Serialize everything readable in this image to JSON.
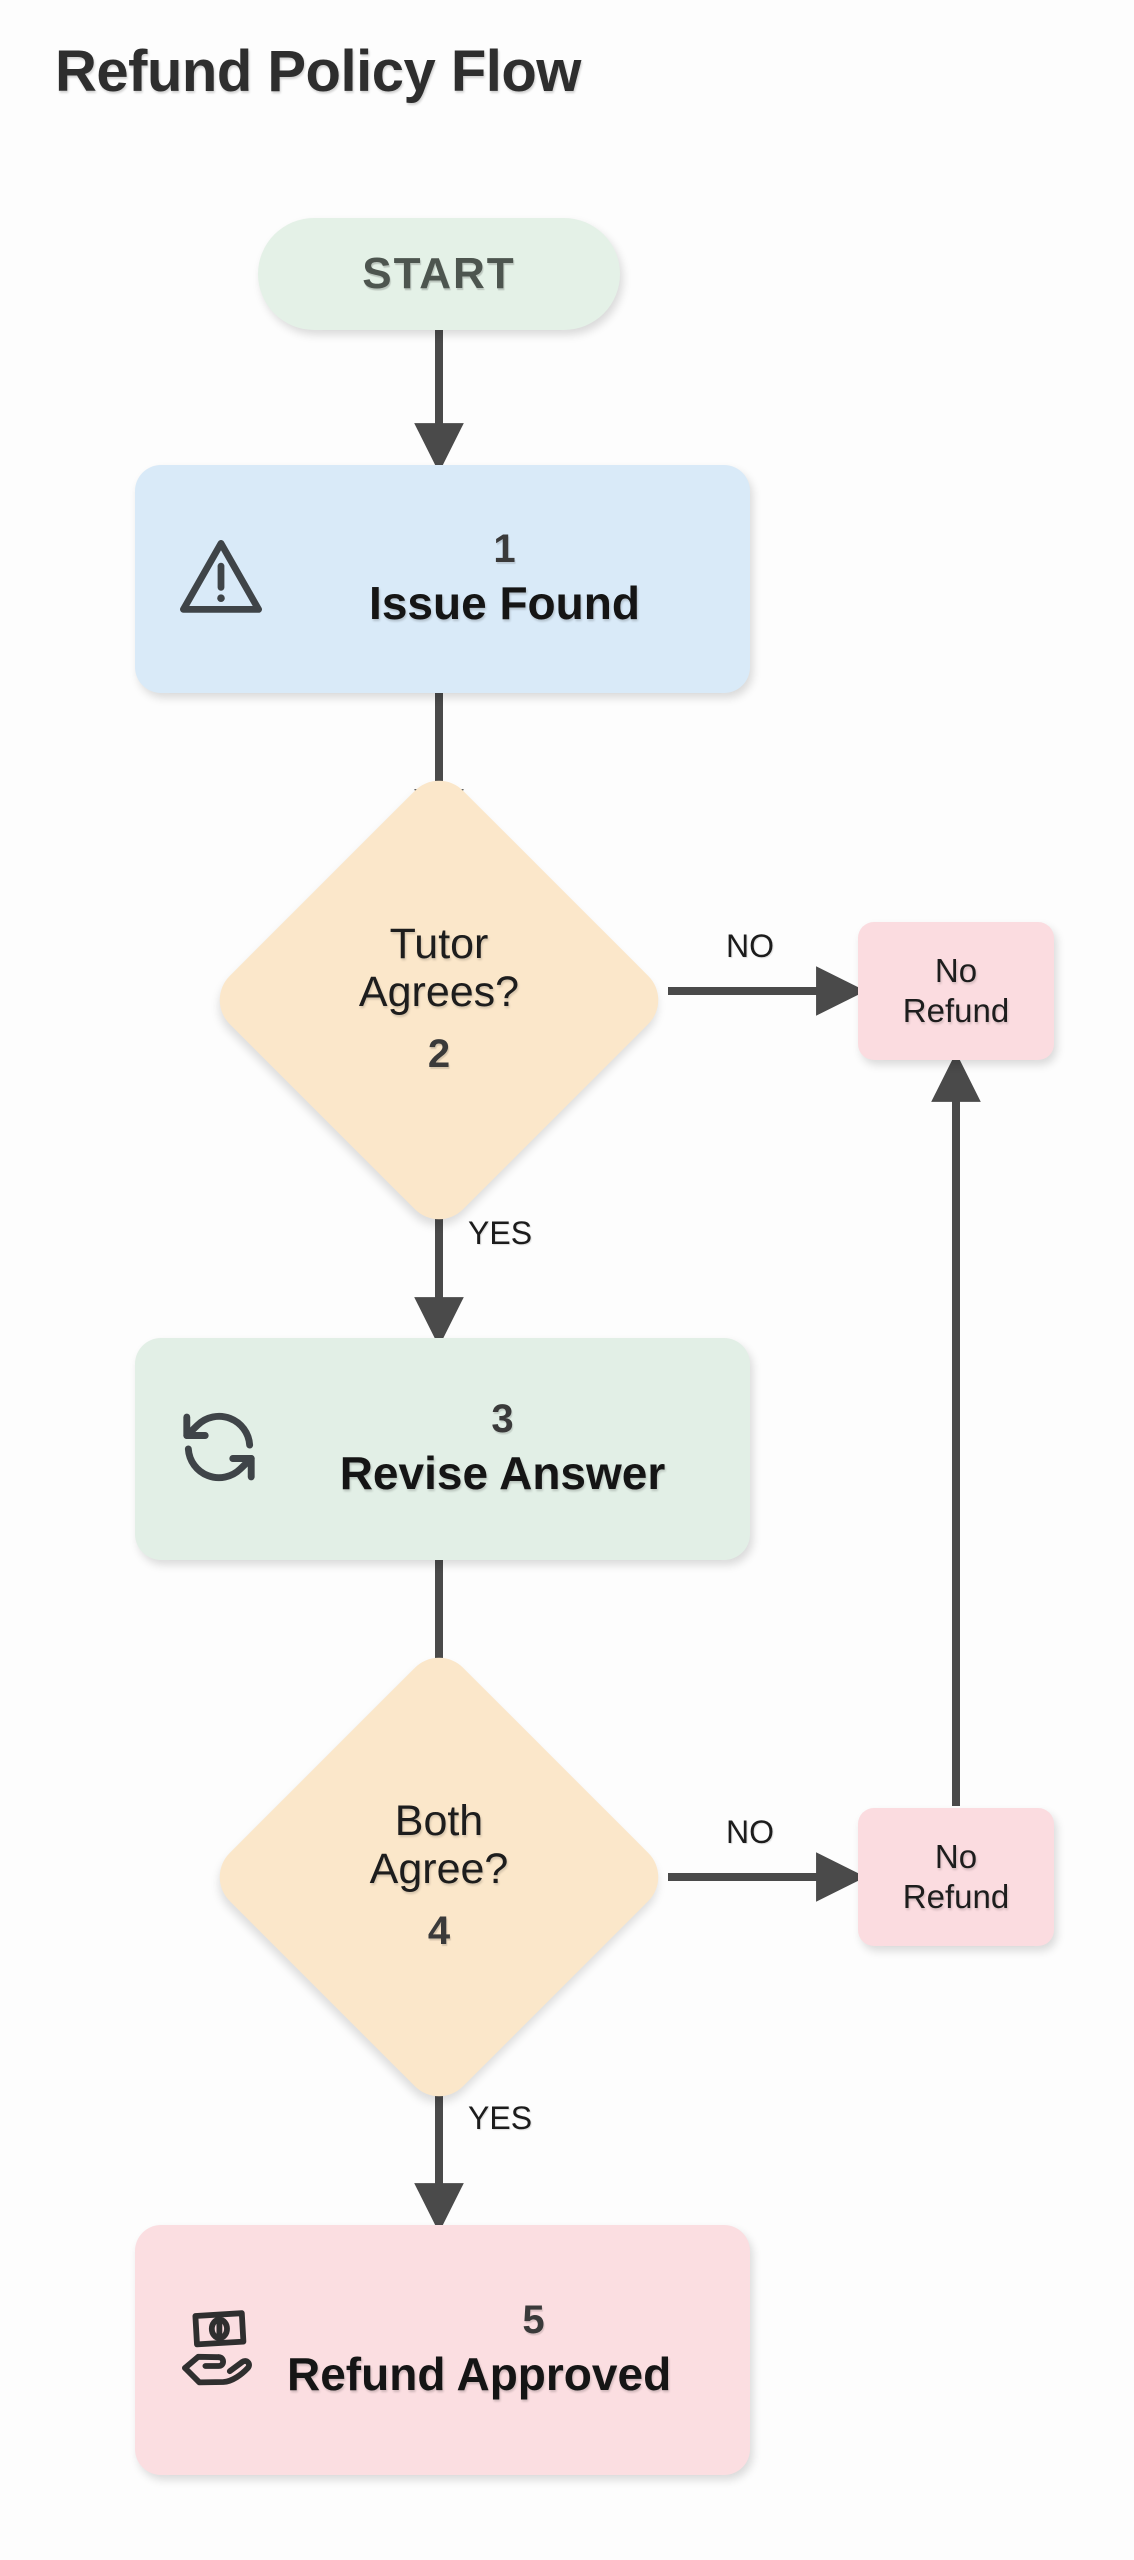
{
  "page": {
    "title": "Refund Policy Flow",
    "background": "#fdfdfd"
  },
  "palette": {
    "start": "#e4f1e7",
    "process_blue": "#d9eaf8",
    "process_green": "#e2efe6",
    "decision_peach": "#fbe7ca",
    "terminal_pink": "#fbdce0",
    "connector": "#4a4a4a",
    "text_dark": "#1d1d1d",
    "title_text": "#2e2e2e"
  },
  "flow": {
    "start": {
      "label": "START",
      "shape": "pill"
    },
    "nodes": [
      {
        "id": "issue-found",
        "step": "1",
        "label": "Issue Found",
        "shape": "process",
        "color": "#d9eaf8",
        "icon": "warning-triangle-icon"
      },
      {
        "id": "tutor-agrees",
        "step": "2",
        "label_line1": "Tutor",
        "label_line2": "Agrees?",
        "shape": "decision",
        "color": "#fbe7ca"
      },
      {
        "id": "revise-answer",
        "step": "3",
        "label": "Revise Answer",
        "shape": "process",
        "color": "#e2efe6",
        "icon": "refresh-cycle-icon"
      },
      {
        "id": "both-agree",
        "step": "4",
        "label_line1": "Both",
        "label_line2": "Agree?",
        "shape": "decision",
        "color": "#fbe7ca"
      },
      {
        "id": "refund-approved",
        "step": "5",
        "label": "Refund Approved",
        "shape": "process",
        "color": "#fbdce0",
        "icon": "hand-holding-money-icon"
      }
    ],
    "terminals": [
      {
        "id": "no-refund-top",
        "label_line1": "No",
        "label_line2": "Refund",
        "color": "#fbdce0"
      },
      {
        "id": "no-refund-bottom",
        "label_line1": "No",
        "label_line2": "Refund",
        "color": "#fbdce0"
      }
    ],
    "edges": [
      {
        "from": "start",
        "to": "issue-found",
        "label": ""
      },
      {
        "from": "issue-found",
        "to": "tutor-agrees",
        "label": ""
      },
      {
        "from": "tutor-agrees",
        "to": "no-refund-top",
        "label": "NO"
      },
      {
        "from": "tutor-agrees",
        "to": "revise-answer",
        "label": "YES"
      },
      {
        "from": "revise-answer",
        "to": "both-agree",
        "label": ""
      },
      {
        "from": "both-agree",
        "to": "no-refund-bottom",
        "label": "NO"
      },
      {
        "from": "no-refund-bottom",
        "to": "no-refund-top",
        "label": ""
      },
      {
        "from": "both-agree",
        "to": "refund-approved",
        "label": "YES"
      }
    ]
  },
  "labels": {
    "no_1": "NO",
    "yes_1": "YES",
    "no_2": "NO",
    "yes_2": "YES"
  }
}
